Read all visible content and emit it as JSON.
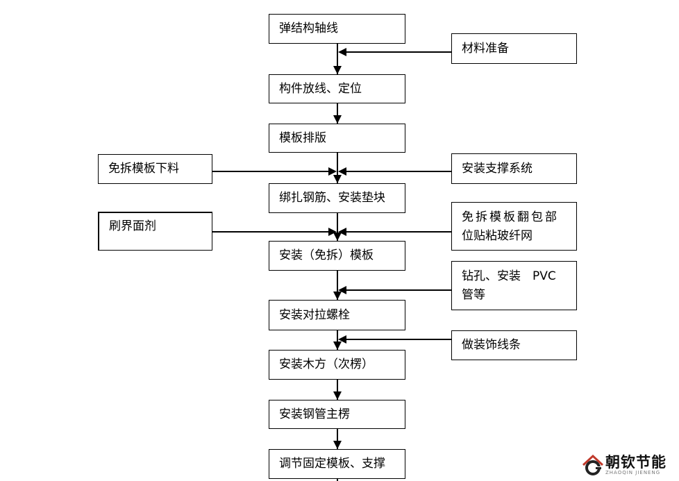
{
  "main_flow": [
    "弹结构轴线",
    "构件放线、定位",
    "模板排版",
    "绑扎钢筋、安装垫块",
    "安装（免拆）模板",
    "安装对拉螺栓",
    "安装木方（次楞）",
    "安装钢管主楞",
    "调节固定模板、支撑"
  ],
  "left_inputs": {
    "free_formwork_cutting": "免拆模板下料",
    "release_agent": "刷界面剂"
  },
  "right_inputs": {
    "materials": "材料准备",
    "support_system": "安装支撑系统",
    "fiberglass_mesh": [
      "免拆模板翻包部",
      "位贴粘玻纤网"
    ],
    "drilling_pvc": [
      "钻孔、安装　PVC",
      "管等"
    ],
    "decorative_strips": "做装饰线条"
  },
  "watermark": {
    "name": "朝钦节能",
    "subtitle": "ZHAOQIN JIENENG"
  }
}
